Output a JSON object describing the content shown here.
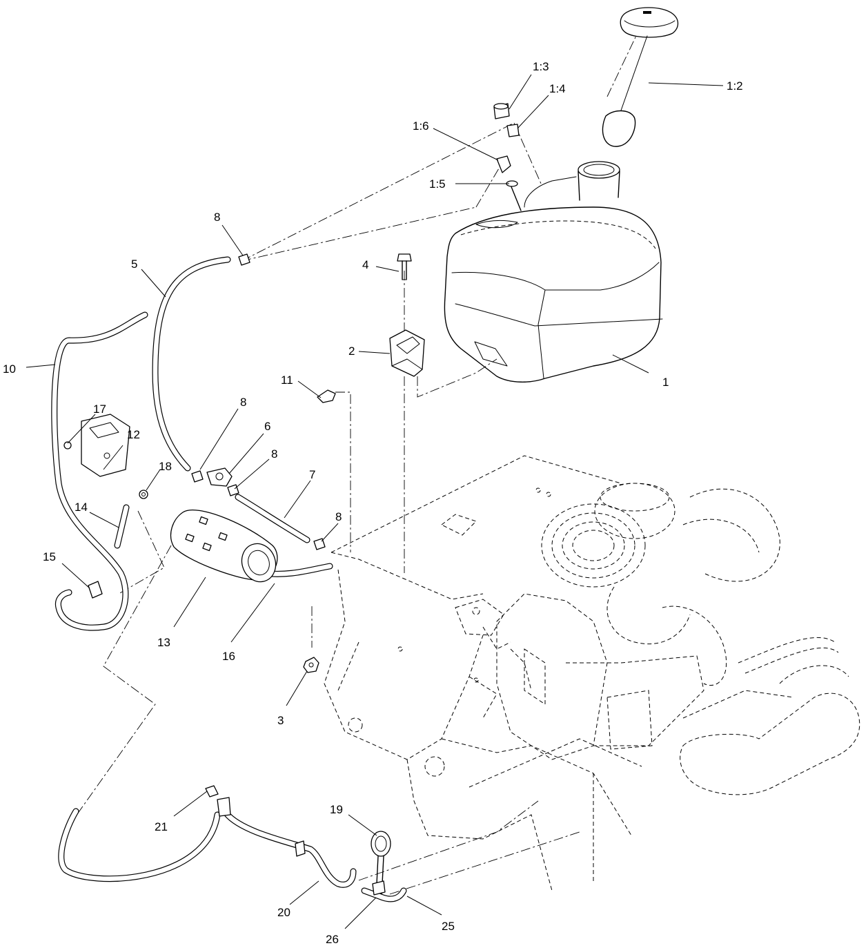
{
  "callouts": [
    {
      "id": "c-1-2",
      "label": "1:2"
    },
    {
      "id": "c-1-3",
      "label": "1:3"
    },
    {
      "id": "c-1-4",
      "label": "1:4"
    },
    {
      "id": "c-1-6",
      "label": "1:6"
    },
    {
      "id": "c-1-5",
      "label": "1:5"
    },
    {
      "id": "c-8a",
      "label": "8"
    },
    {
      "id": "c-5",
      "label": "5"
    },
    {
      "id": "c-4",
      "label": "4"
    },
    {
      "id": "c-10",
      "label": "10"
    },
    {
      "id": "c-2",
      "label": "2"
    },
    {
      "id": "c-1",
      "label": "1"
    },
    {
      "id": "c-11",
      "label": "11"
    },
    {
      "id": "c-17",
      "label": "17"
    },
    {
      "id": "c-8b",
      "label": "8"
    },
    {
      "id": "c-12",
      "label": "12"
    },
    {
      "id": "c-6",
      "label": "6"
    },
    {
      "id": "c-8c",
      "label": "8"
    },
    {
      "id": "c-18",
      "label": "18"
    },
    {
      "id": "c-7",
      "label": "7"
    },
    {
      "id": "c-14",
      "label": "14"
    },
    {
      "id": "c-8d",
      "label": "8"
    },
    {
      "id": "c-15",
      "label": "15"
    },
    {
      "id": "c-13",
      "label": "13"
    },
    {
      "id": "c-16",
      "label": "16"
    },
    {
      "id": "c-3",
      "label": "3"
    },
    {
      "id": "c-19",
      "label": "19"
    },
    {
      "id": "c-21",
      "label": "21"
    },
    {
      "id": "c-20",
      "label": "20"
    },
    {
      "id": "c-26",
      "label": "26"
    },
    {
      "id": "c-25",
      "label": "25"
    }
  ]
}
